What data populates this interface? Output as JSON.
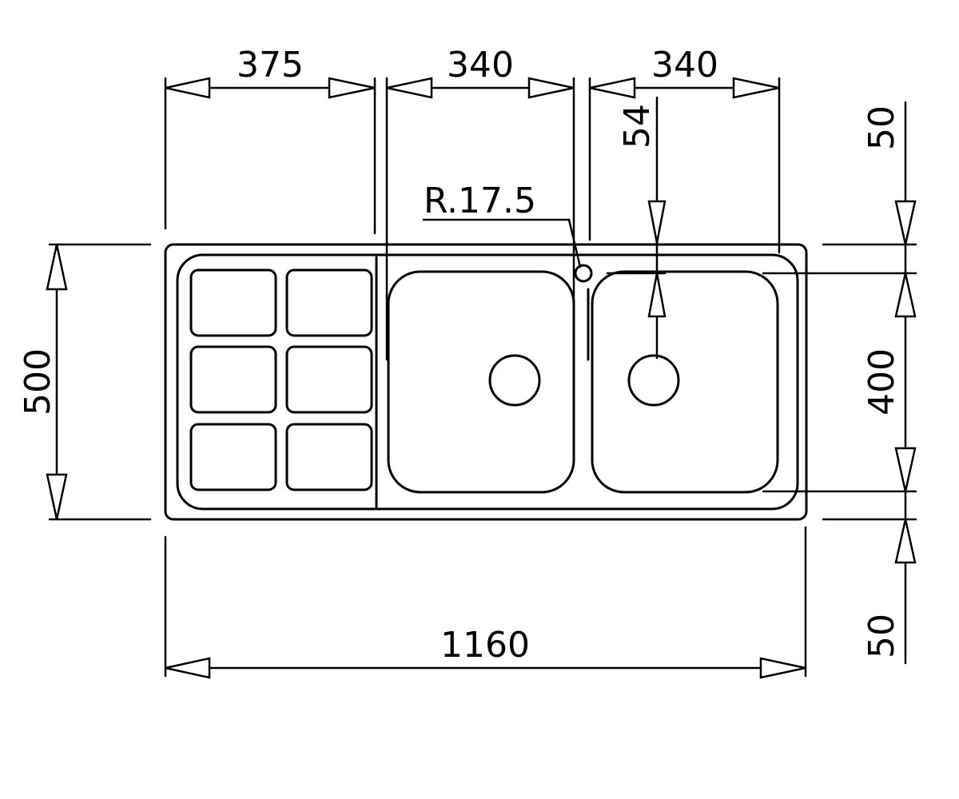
{
  "dimensions": {
    "drainboard_width": "375",
    "bowl_left_width": "340",
    "bowl_right_width": "340",
    "overall_width": "1160",
    "overall_depth": "500",
    "bowl_depth": "400",
    "top_margin": "50",
    "bottom_margin": "50",
    "drain_offset": "54",
    "tap_hole_radius": "R.17.5"
  }
}
